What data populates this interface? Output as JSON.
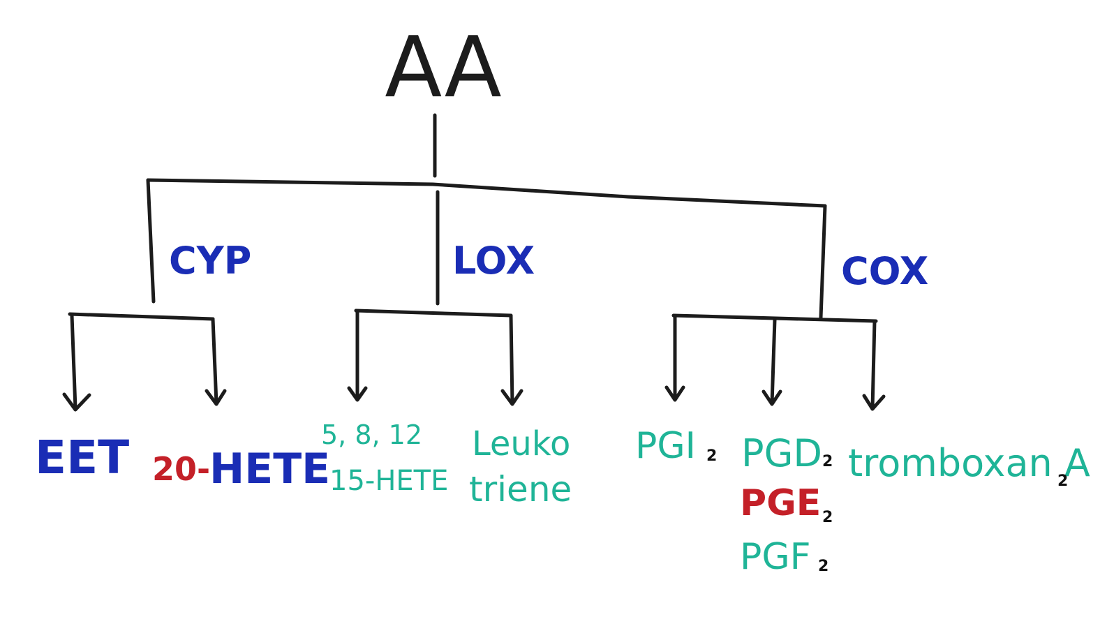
{
  "root": "AA",
  "enzymes": {
    "cyp": "CYP",
    "lox": "LOX",
    "cox": "COX"
  },
  "products": {
    "cyp": {
      "eet": "EET",
      "hete_prefix": "20-",
      "hete": "HETE"
    },
    "lox": {
      "hete_line1": "5, 8, 12",
      "hete_line2": "15-HETE",
      "leuko_line1": "Leuko",
      "leuko_line2": "triene"
    },
    "cox": {
      "pgi": "PGI",
      "pgd": "PGD",
      "pge": "PGE",
      "pgf": "PGF",
      "tx": "tromboxan A",
      "sub": "2"
    }
  },
  "colors": {
    "enzyme": "#1a2db5",
    "product": "#1fb497",
    "highlight": "#c42028",
    "line": "#1c1c1c"
  }
}
